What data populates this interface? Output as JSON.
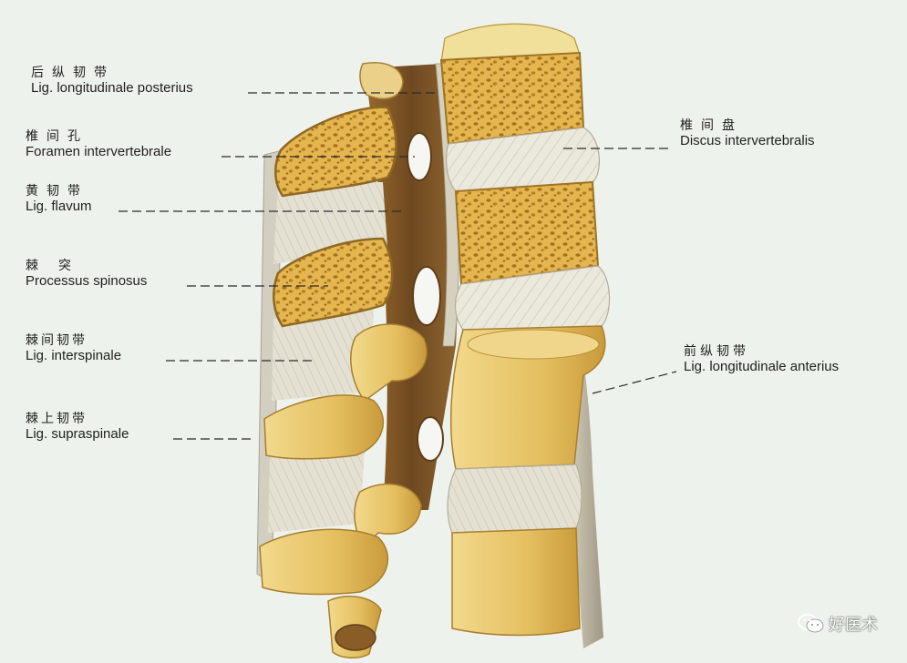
{
  "labels": [
    {
      "id": "posterior-ligament",
      "zh": "后纵韧带",
      "la": "Lig. longitudinale posterius"
    },
    {
      "id": "intervertebral-foramen",
      "zh": "椎间孔",
      "la": "Foramen intervertebrale"
    },
    {
      "id": "flavum",
      "zh": "黄韧带",
      "la": "Lig. flavum"
    },
    {
      "id": "spinous-process",
      "zh": "棘突",
      "la": "Processus spinosus"
    },
    {
      "id": "interspinal",
      "zh": "棘间韧带",
      "la": "Lig. interspinale"
    },
    {
      "id": "supraspinal",
      "zh": "棘上韧带",
      "la": "Lig. supraspinale"
    },
    {
      "id": "disc",
      "zh": "椎间盘",
      "la": "Discus intervertebralis"
    },
    {
      "id": "anterior-ligament",
      "zh": "前纵韧带",
      "la": "Lig. longitudinale anterius"
    }
  ],
  "watermark": {
    "text": "好医术",
    "icon": "wechat-icon"
  },
  "colors": {
    "bone": "#e8c46a",
    "spongy": "#c9952f",
    "disc": "#ece9dc",
    "ligament": "#c9c6b8",
    "background": "#eef2ec"
  }
}
